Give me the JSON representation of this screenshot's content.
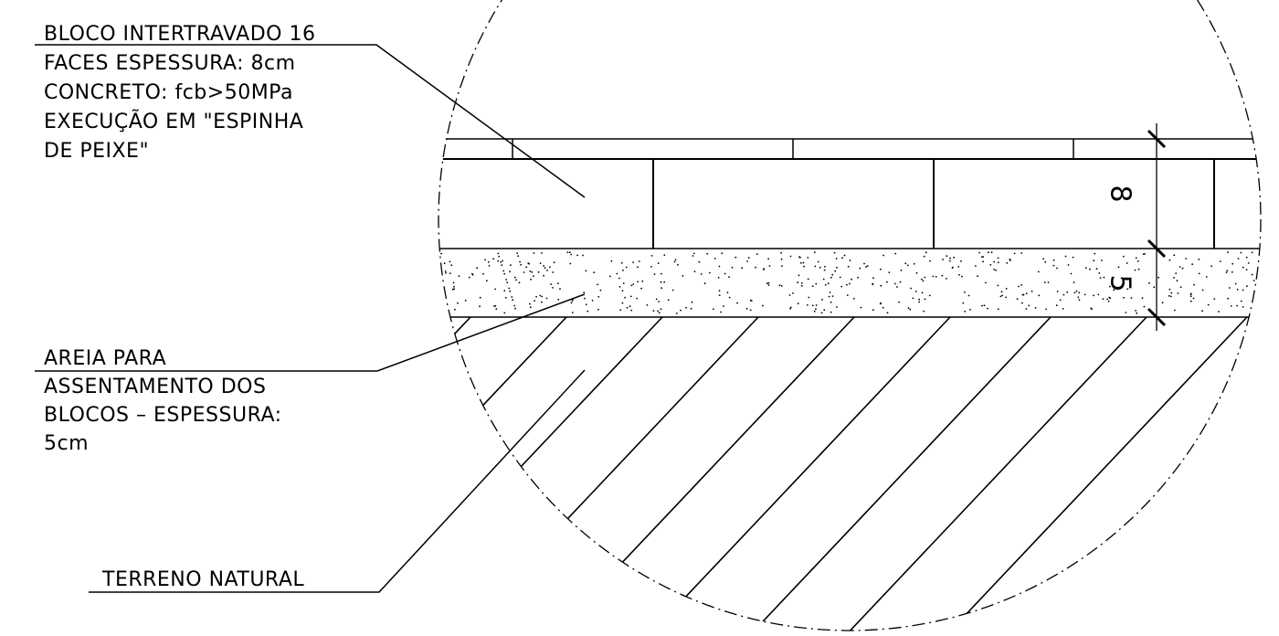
{
  "notes": {
    "paver": {
      "lines": [
        "BLOCO INTERTRAVADO 16",
        "FACES ESPESSURA: 8cm",
        "CONCRETO: fcb>50MPa",
        "EXECUÇÃO EM \"ESPINHA",
        "DE PEIXE\""
      ]
    },
    "sand": {
      "lines": [
        "AREIA PARA",
        "ASSENTAMENTO DOS",
        "BLOCOS – ESPESSURA:",
        "5cm"
      ]
    },
    "soil": {
      "lines": [
        "TERRENO NATURAL"
      ]
    }
  },
  "dimensions": {
    "paver_thickness": "8",
    "sand_thickness": "5"
  },
  "colors": {
    "line": "#000000",
    "background": "#ffffff"
  }
}
